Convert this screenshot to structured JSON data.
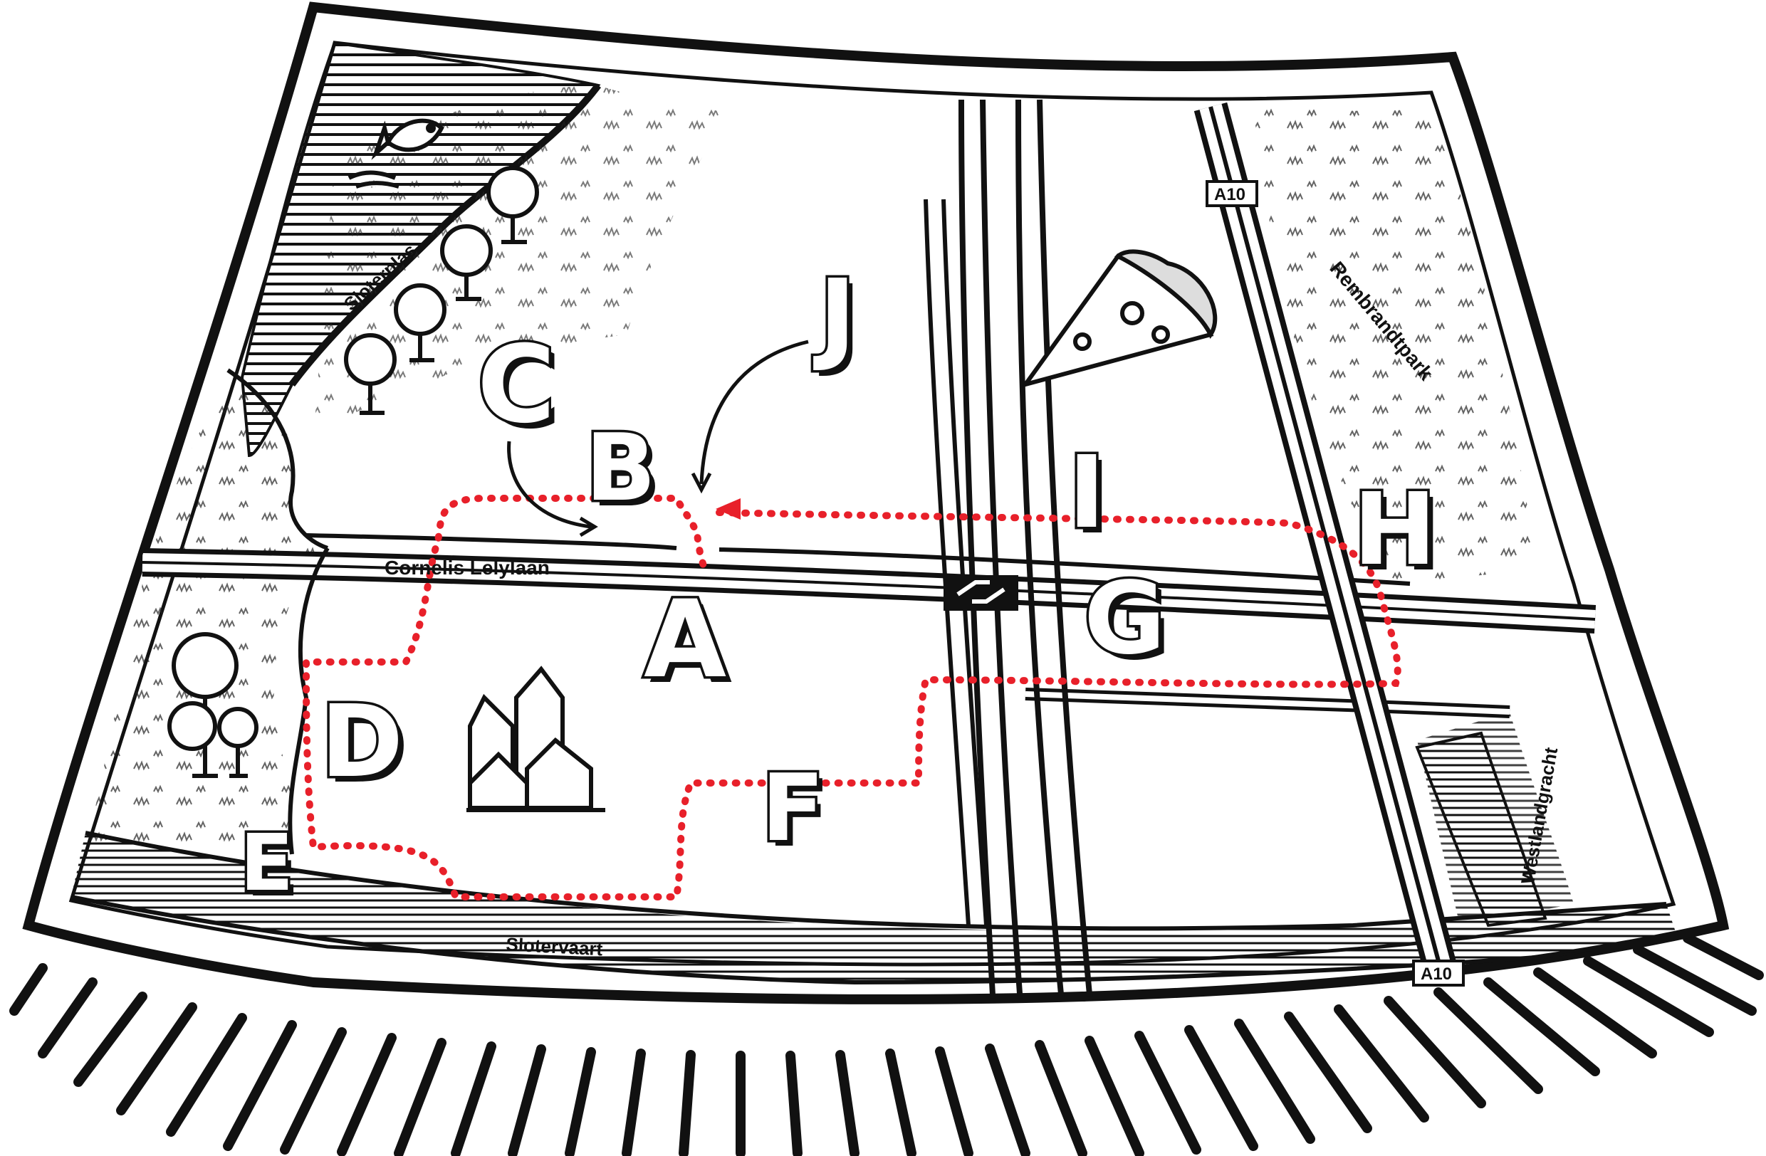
{
  "map": {
    "labels": {
      "sloterplas": "Sloterplas",
      "cornelis_lelylaan": "Cornelis Lelylaan",
      "slotervaart": "Slotervaart",
      "rembrandtpark": "Rembrandtpark",
      "westlandgracht": "Westlandgracht",
      "a10_north": "A10",
      "a10_south": "A10"
    },
    "stops": [
      "A",
      "B",
      "C",
      "D",
      "E",
      "F",
      "G",
      "H",
      "I",
      "J"
    ],
    "route_color": "#e8202a",
    "ink_color": "#111111",
    "icons": [
      "fish-icon",
      "tree-icon",
      "pizza-icon",
      "houses-icon",
      "train-station-icon"
    ]
  }
}
